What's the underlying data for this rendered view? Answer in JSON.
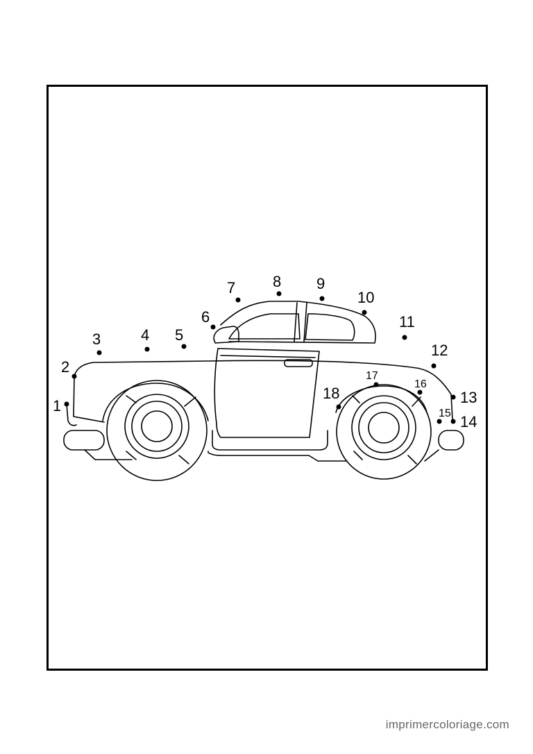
{
  "watermark": "imprimercoloriage.com",
  "colors": {
    "ink": "#000000",
    "paper": "#ffffff",
    "watermark": "#666666"
  },
  "dots": [
    {
      "label": "1"
    },
    {
      "label": "2"
    },
    {
      "label": "3"
    },
    {
      "label": "4"
    },
    {
      "label": "5"
    },
    {
      "label": "6"
    },
    {
      "label": "7"
    },
    {
      "label": "8"
    },
    {
      "label": "9"
    },
    {
      "label": "10"
    },
    {
      "label": "11"
    },
    {
      "label": "12"
    },
    {
      "label": "13"
    },
    {
      "label": "14"
    },
    {
      "label": "15"
    },
    {
      "label": "16"
    },
    {
      "label": "17"
    },
    {
      "label": "18"
    }
  ]
}
